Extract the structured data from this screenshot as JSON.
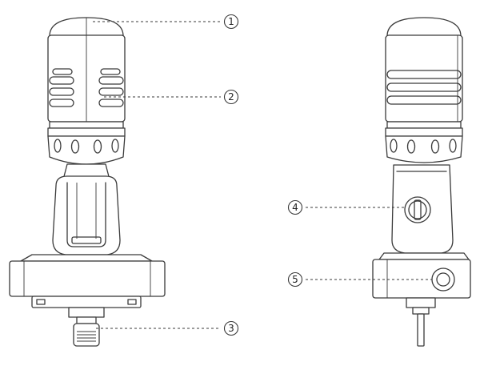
{
  "callouts": [
    {
      "id": "1",
      "label": "1"
    },
    {
      "id": "2",
      "label": "2"
    },
    {
      "id": "3",
      "label": "3"
    },
    {
      "id": "4",
      "label": "4"
    },
    {
      "id": "5",
      "label": "5"
    }
  ],
  "colors": {
    "line": "#3a3a3a",
    "background": "#ffffff"
  }
}
